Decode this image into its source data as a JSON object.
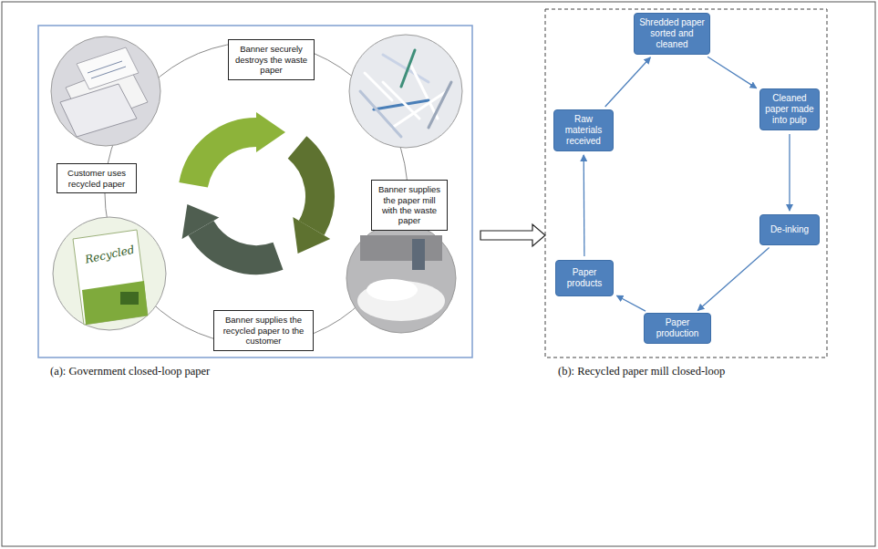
{
  "diagram": {
    "nodes": [
      {
        "text": [
          "Banner securely destroys the waste paper"
        ]
      },
      {
        "text": [
          "Banner supplies the paper mill with the waste paper"
        ]
      },
      {
        "text": [
          "Banner supplies the recycled paper to the customer"
        ]
      },
      {
        "text": [
          "Customer uses recycled paper"
        ]
      },
      {
        "text": [
          "Shredded paper sorted and cleaned"
        ]
      },
      {
        "text": [
          "Cleaned paper made into pulp"
        ]
      },
      {
        "text": [
          "De-inking"
        ]
      },
      {
        "text": [
          "Paper production"
        ]
      },
      {
        "text": [
          "Paper products"
        ]
      },
      {
        "text": [
          "Raw materials received"
        ]
      }
    ],
    "edges": [
      {
        "from": 4,
        "to": 5,
        "arrow": "to"
      },
      {
        "from": 5,
        "to": 6,
        "arrow": "to"
      },
      {
        "from": 6,
        "to": 7,
        "arrow": "to"
      },
      {
        "from": 7,
        "to": 8,
        "arrow": "to"
      },
      {
        "from": 8,
        "to": 9,
        "arrow": "to"
      },
      {
        "from": 9,
        "to": 4,
        "arrow": "to"
      }
    ],
    "labels": [
      "(a): Government closed-loop paper",
      "(b): Recycled paper mill closed-loop",
      "Recycled"
    ]
  }
}
